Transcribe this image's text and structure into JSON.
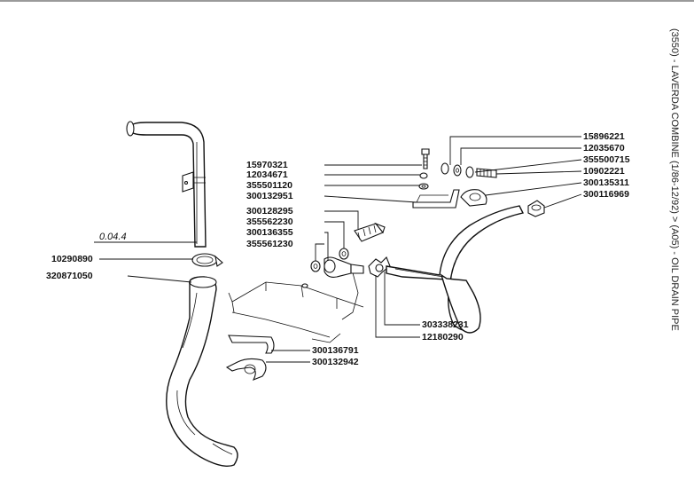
{
  "title": "(3550) - LAVERDA COMBINE (1/86-12/92) > (A05) - OIL DRAIN PIPE",
  "reference": "0.04.4",
  "parts": [
    {
      "number": "15896221"
    },
    {
      "number": "12035670"
    },
    {
      "number": "355500715"
    },
    {
      "number": "10902221"
    },
    {
      "number": "300135311"
    },
    {
      "number": "300116969"
    },
    {
      "number": "15970321"
    },
    {
      "number": "12034671"
    },
    {
      "number": "355501120"
    },
    {
      "number": "300132951"
    },
    {
      "number": "300128295"
    },
    {
      "number": "355562230"
    },
    {
      "number": "300136355"
    },
    {
      "number": "355561230"
    },
    {
      "number": "10290890"
    },
    {
      "number": "320871050"
    },
    {
      "number": "303338231"
    },
    {
      "number": "12180290"
    },
    {
      "number": "300136791"
    },
    {
      "number": "300132942"
    }
  ]
}
